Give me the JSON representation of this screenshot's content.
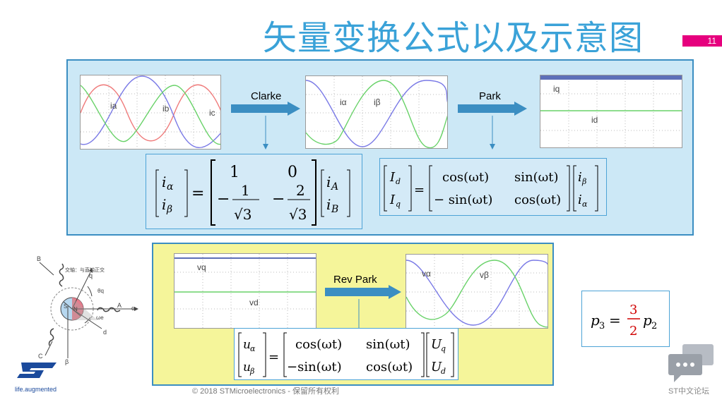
{
  "slide": {
    "title": "矢量变换公式以及示意图",
    "page_number": "11",
    "copyright": "© 2018 STMicroelectronics - 保留所有权利",
    "forum_label": "ST中文论坛",
    "logo_tagline": "life.augmented",
    "logo_text": "ST"
  },
  "top": {
    "clarke_label": "Clarke",
    "park_label": "Park",
    "scope1_labels": [
      "ia",
      "ib",
      "ic"
    ],
    "scope2_labels": [
      "iα",
      "iβ"
    ],
    "scope3_labels": [
      "iq",
      "id"
    ]
  },
  "bottom": {
    "rev_park_label": "Rev Park",
    "scope4_labels": [
      "vq",
      "vd"
    ],
    "scope5_labels": [
      "vα",
      "vβ"
    ]
  },
  "diagram": {
    "label_B": "B",
    "label_C": "C",
    "label_A": "A",
    "label_alpha": "α",
    "label_beta": "β",
    "label_q": "q",
    "label_d": "d",
    "label_theta": "θq",
    "label_omega": "ωe",
    "label_note": "交轴：与直轴正交",
    "label_S": "S",
    "label_N": "N"
  },
  "colors": {
    "title": "#3aa2d8",
    "red_wave": "#ef7b7b",
    "blue_wave": "#7a7ae6",
    "green_wave": "#69d269",
    "arrow": "#3b8ec2",
    "accent_pink": "#e6007e"
  }
}
